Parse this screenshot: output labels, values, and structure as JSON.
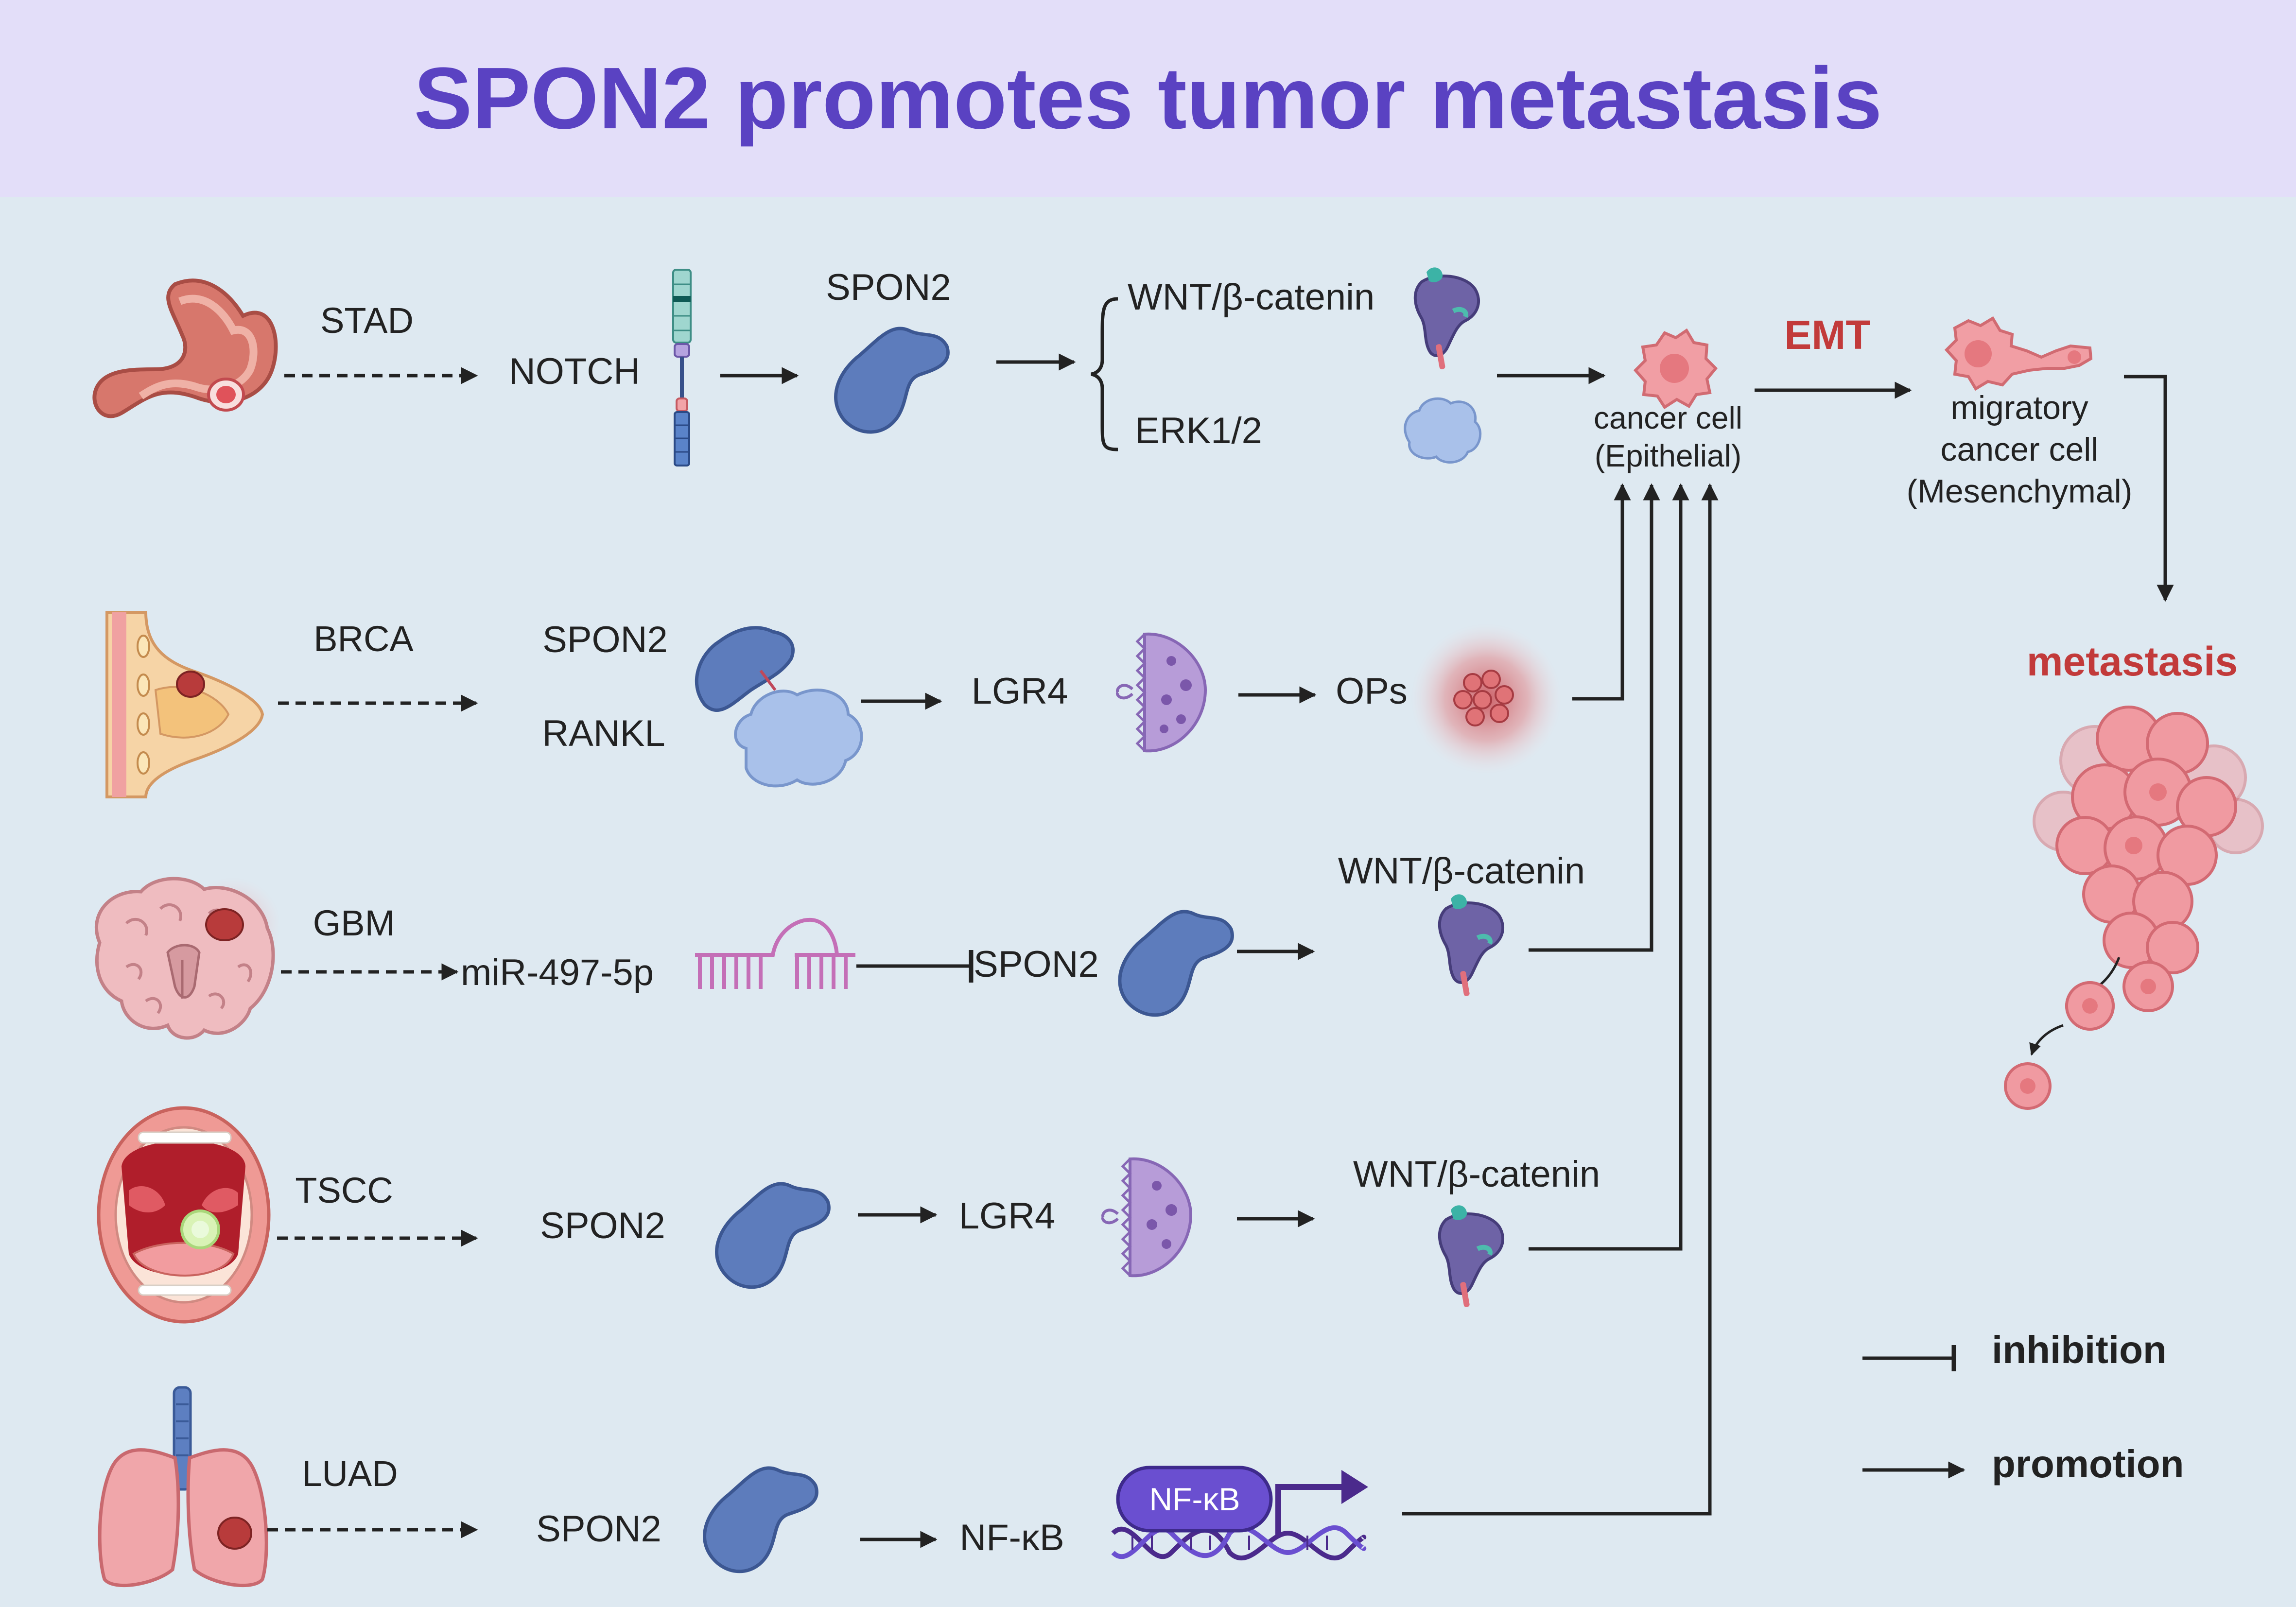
{
  "title": "SPON2 promotes tumor metastasis",
  "colors": {
    "title_band": "#e3def9",
    "title_text": "#5a42c2",
    "background": "#dee9f1",
    "emphasis_red": "#c23a3a",
    "spon2_protein": "#5d7cbc",
    "rankl_protein": "#a9c1ea",
    "receptor_purple": "#9b7cc4",
    "nfkb_box": "#6a4fd0",
    "arrow": "#222222"
  },
  "rows": {
    "stad": {
      "disease": "STAD",
      "organ_icon": "stomach-icon",
      "receptor": "NOTCH",
      "protein": "SPON2",
      "pathway_top": "WNT/β-catenin",
      "pathway_bottom": "ERK1/2"
    },
    "brca": {
      "disease": "BRCA",
      "organ_icon": "breast-icon",
      "complex_top": "SPON2",
      "complex_bottom": "RANKL",
      "receptor": "LGR4",
      "target": "OPs"
    },
    "gbm": {
      "disease": "GBM",
      "organ_icon": "brain-icon",
      "mirna": "miR-497-5p",
      "protein": "SPON2",
      "pathway": "WNT/β-catenin"
    },
    "tscc": {
      "disease": "TSCC",
      "organ_icon": "mouth-icon",
      "protein": "SPON2",
      "receptor": "LGR4",
      "pathway": "WNT/β-catenin"
    },
    "luad": {
      "disease": "LUAD",
      "organ_icon": "lung-icon",
      "protein": "SPON2",
      "factor": "NF-κB",
      "box_label": "NF-κB"
    }
  },
  "cells": {
    "epithelial_line1": "cancer cell",
    "epithelial_line2": "(Epithelial)",
    "emt": "EMT",
    "migratory_line1": "migratory",
    "migratory_line2": "cancer cell",
    "migratory_line3": "(Mesenchymal)",
    "metastasis": "metastasis"
  },
  "legend": {
    "inhibition": "inhibition",
    "promotion": "promotion"
  }
}
